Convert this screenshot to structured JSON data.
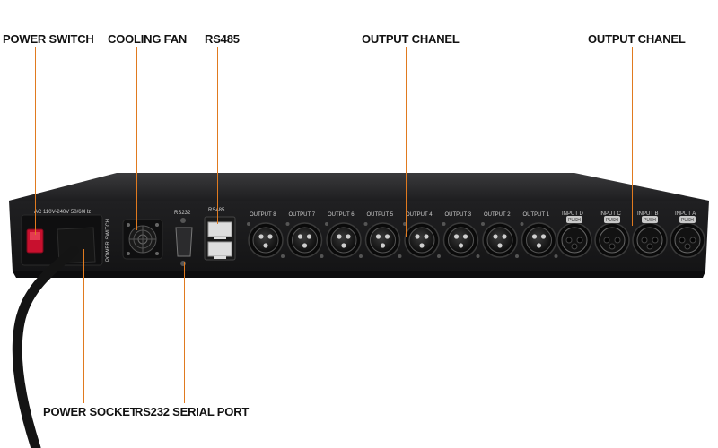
{
  "labels": {
    "power_switch": "POWER SWITCH",
    "cooling_fan": "COOLING FAN",
    "rs485": "RS485",
    "output_chanel_1": "OUTPUT CHANEL",
    "output_chanel_2": "OUTPUT CHANEL",
    "power_socket": "POWER SOCKET",
    "rs232_serial_port": "RS232 SERIAL PORT"
  },
  "panel": {
    "voltage": "AC 110V-240V 50/60Hz",
    "power_switch_text": "POWER SWITCH",
    "rs232": "RS232",
    "rs485": "RS485",
    "outputs": [
      "OUTPUT 8",
      "OUTPUT 7",
      "OUTPUT 6",
      "OUTPUT 5",
      "OUTPUT 4",
      "OUTPUT 3",
      "OUTPUT 2",
      "OUTPUT 1"
    ],
    "inputs": [
      "INPUT D",
      "INPUT C",
      "INPUT B",
      "INPUT A"
    ],
    "push_text": "PUSH"
  },
  "colors": {
    "callout": "#e07a1f",
    "chassis": "#1b1b1d",
    "switch_red": "#c8102e"
  }
}
